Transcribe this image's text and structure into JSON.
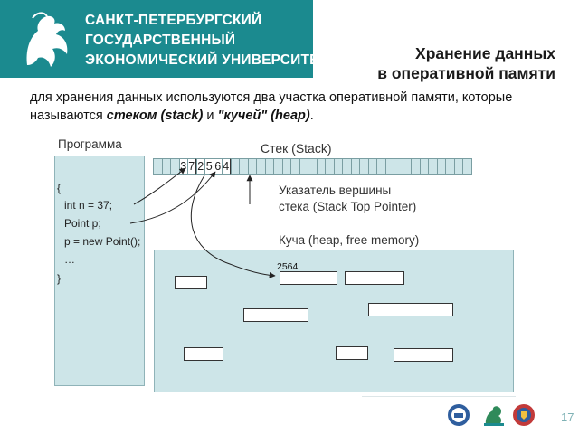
{
  "header": {
    "university_lines": [
      "САНКТ-ПЕТЕРБУРГСКИЙ",
      "ГОСУДАРСТВЕННЫЙ",
      "ЭКОНОМИЧЕСКИЙ УНИВЕРСИТЕТ"
    ],
    "title_line1": "Хранение данных",
    "title_line2": "в оперативной памяти",
    "brand_color": "#1b8a8f"
  },
  "intro": {
    "part1": "для хранения данных используются два участка оперативной памяти, которые называются ",
    "stack_term": "стеком (stack)",
    "part2": " и ",
    "heap_term": "\"кучей\" (heap)",
    "part3": "."
  },
  "program": {
    "label": "Программа",
    "code": [
      "{",
      "int n = 37;",
      "Point p;",
      "p = new Point();",
      "…",
      "}"
    ]
  },
  "stack": {
    "label": "Стек (Stack)",
    "cells": [
      "",
      "",
      "",
      "3",
      "7",
      "2",
      "5",
      "6",
      "4"
    ],
    "pointer_label_line1": "Указатель вершины",
    "pointer_label_line2": "стека (Stack Top Pointer)"
  },
  "heap": {
    "label": "Куча (heap, free memory)",
    "address": "2564"
  },
  "footer": {
    "page_number": "17",
    "logos": [
      "university-seal-icon",
      "griffin-emblem-icon",
      "shield-emblem-icon"
    ]
  }
}
